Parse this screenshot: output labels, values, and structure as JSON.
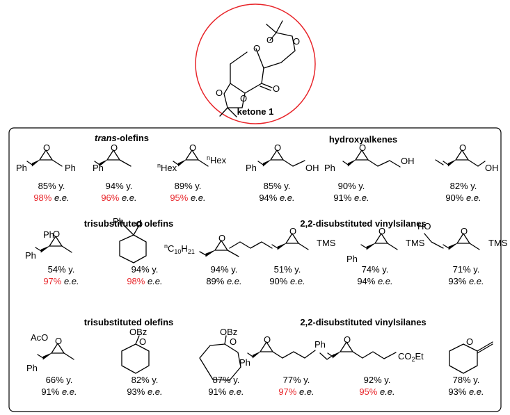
{
  "colors": {
    "highlight": "#e8262b",
    "frame_circle": "#e8262b",
    "text": "#000000"
  },
  "ketone": {
    "label": "ketone 1",
    "atoms": {
      "o1": "O",
      "o2": "O",
      "o3": "O",
      "o4": "O",
      "o5": "O",
      "carbonyl_o": "O"
    }
  },
  "sections": [
    {
      "title_prefix": "trans",
      "title_suffix": "-olefins"
    },
    {
      "title": "hydroxyalkenes"
    },
    {
      "title": "trisubstituted olefins"
    },
    {
      "title": "2,2-disubstituted vinylsilanes"
    },
    {
      "title": "trisubstituted olefins"
    },
    {
      "title": "2,2-disubstituted vinylsilanes"
    }
  ],
  "compounds": [
    {
      "substituents": [
        "Ph",
        "Ph"
      ],
      "yield": "85%",
      "ee": "98%",
      "ee_highlight": true
    },
    {
      "substituents": [
        "Ph"
      ],
      "yield": "94%",
      "ee": "96%",
      "ee_highlight": true
    },
    {
      "substituents": [
        "Hex",
        "Hex"
      ],
      "prefix": "n",
      "yield": "89%",
      "ee": "95%",
      "ee_highlight": true
    },
    {
      "substituents": [
        "Ph",
        "OH"
      ],
      "yield": "85%",
      "ee": "94%",
      "ee_highlight": false
    },
    {
      "substituents": [
        "Ph",
        "OH"
      ],
      "yield": "90%",
      "ee": "91%",
      "ee_highlight": false
    },
    {
      "substituents": [
        "OH"
      ],
      "yield": "82%",
      "ee": "90%",
      "ee_highlight": false
    },
    {
      "substituents": [
        "Ph",
        "Ph"
      ],
      "yield": "54%",
      "ee": "97%",
      "ee_highlight": true
    },
    {
      "substituents": [
        "Ph"
      ],
      "yield": "94%",
      "ee": "98%",
      "ee_highlight": true
    },
    {
      "substituents": [
        "C",
        "10",
        "H",
        "21"
      ],
      "prefix": "n",
      "yield": "94%",
      "ee": "89%",
      "ee_highlight": false
    },
    {
      "substituents": [
        "TMS"
      ],
      "yield": "51%",
      "ee": "90%",
      "ee_highlight": false
    },
    {
      "substituents": [
        "Ph",
        "TMS"
      ],
      "yield": "74%",
      "ee": "94%",
      "ee_highlight": false
    },
    {
      "substituents": [
        "HO",
        "TMS"
      ],
      "yield": "71%",
      "ee": "93%",
      "ee_highlight": false
    },
    {
      "substituents": [
        "AcO",
        "Ph"
      ],
      "yield": "66%",
      "ee": "91%",
      "ee_highlight": false
    },
    {
      "substituents": [
        "OBz"
      ],
      "yield": "82%",
      "ee": "93%",
      "ee_highlight": false
    },
    {
      "substituents": [
        "OBz"
      ],
      "yield": "87%",
      "ee": "91%",
      "ee_highlight": false
    },
    {
      "substituents": [
        "Ph",
        "Ph"
      ],
      "yield": "77%",
      "ee": "97%",
      "ee_highlight": true
    },
    {
      "substituents": [
        "CO2Et"
      ],
      "yield": "92%",
      "ee": "95%",
      "ee_highlight": true
    },
    {
      "substituents": [],
      "yield": "78%",
      "ee": "93%",
      "ee_highlight": false
    }
  ],
  "units": {
    "yield_suffix": "y.",
    "ee_suffix": "e.e.",
    "oxygen": "O",
    "co2et_main": "CO",
    "co2et_sub": "2",
    "co2et_tail": "Et"
  }
}
